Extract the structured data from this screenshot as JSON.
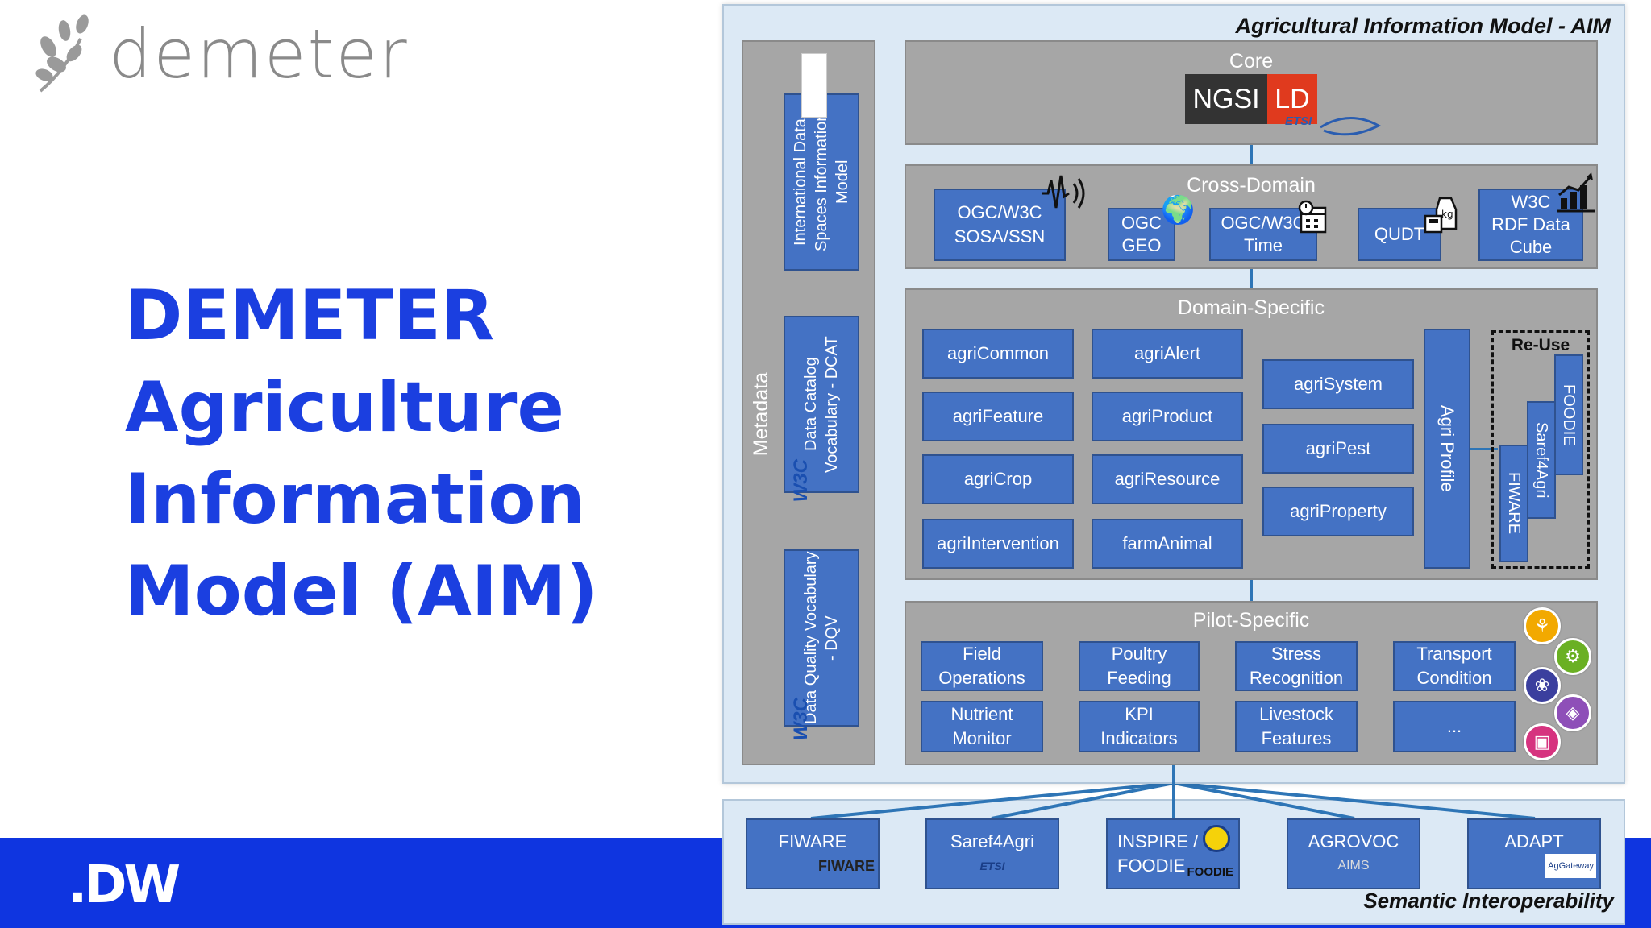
{
  "logo": {
    "text": "demeter",
    "icon": "olive-branch-icon"
  },
  "headline": {
    "line1": "DEMETER",
    "line2": "Agriculture",
    "line3": "Information",
    "line4": "Model (AIM)"
  },
  "footer": {
    "brand": ".DW"
  },
  "aim": {
    "title": "Agricultural Information Model - AIM",
    "metadata": {
      "label": "Metadata",
      "items": [
        "International Data Spaces Information Model",
        "Data Catalog Vocabulary - DCAT",
        "Data Quality Vocabulary - DQV"
      ],
      "w3c_mark": "W3C"
    },
    "core": {
      "label": "Core",
      "ngsi_left": "NGSI",
      "ngsi_right": "LD",
      "etsi": "ETSI"
    },
    "cross_domain": {
      "label": "Cross-Domain",
      "sosa_l1": "OGC/W3C",
      "sosa_l2": "SOSA/SSN",
      "geo_l1": "OGC",
      "geo_l2": "GEO",
      "time_l1": "OGC/W3C",
      "time_l2": "Time",
      "qudt": "QUDT",
      "cube_l1": "W3C",
      "cube_l2": "RDF Data",
      "cube_l3": "Cube"
    },
    "domain_specific": {
      "label": "Domain-Specific",
      "col1": [
        "agriCommon",
        "agriFeature",
        "agriCrop",
        "agriIntervention"
      ],
      "col2": [
        "agriAlert",
        "agriProduct",
        "agriResource",
        "farmAnimal"
      ],
      "col3": [
        "agriSystem",
        "agriPest",
        "agriProperty"
      ],
      "agri_profile": "Agri Profile",
      "reuse": {
        "label": "Re-Use",
        "items": [
          "FOODIE",
          "Saref4Agri",
          "FIWARE"
        ]
      }
    },
    "pilot_specific": {
      "label": "Pilot-Specific",
      "row1": [
        {
          "l1": "Field",
          "l2": "Operations"
        },
        {
          "l1": "Poultry",
          "l2": "Feeding"
        },
        {
          "l1": "Stress",
          "l2": "Recognition"
        },
        {
          "l1": "Transport",
          "l2": "Condition"
        }
      ],
      "row2": [
        {
          "l1": "Nutrient",
          "l2": "Monitor"
        },
        {
          "l1": "KPI",
          "l2": "Indicators"
        },
        {
          "l1": "Livestock",
          "l2": "Features"
        },
        {
          "l1": "...",
          "l2": ""
        }
      ],
      "circle_colors": [
        "#f2a900",
        "#6ab023",
        "#3b3f9e",
        "#8e4fb8",
        "#d6337f"
      ]
    }
  },
  "semantic": {
    "title": "Semantic Interoperability",
    "items": [
      {
        "label": "FIWARE",
        "sub": "FIWARE"
      },
      {
        "label": "Saref4Agri",
        "sub": "ETSI"
      },
      {
        "label_l1": "INSPIRE /",
        "label_l2": "FOODIE",
        "sub": "FOODIE"
      },
      {
        "label": "AGROVOC",
        "sub": "AIMS"
      },
      {
        "label": "ADAPT",
        "sub": "AgGateway"
      }
    ]
  },
  "colors": {
    "headline": "#1b3fe0",
    "footer_band": "#0f35e0",
    "box_blue": "#4472c4",
    "section_gray": "#a6a6a6",
    "frame_bg": "#dce9f5"
  }
}
